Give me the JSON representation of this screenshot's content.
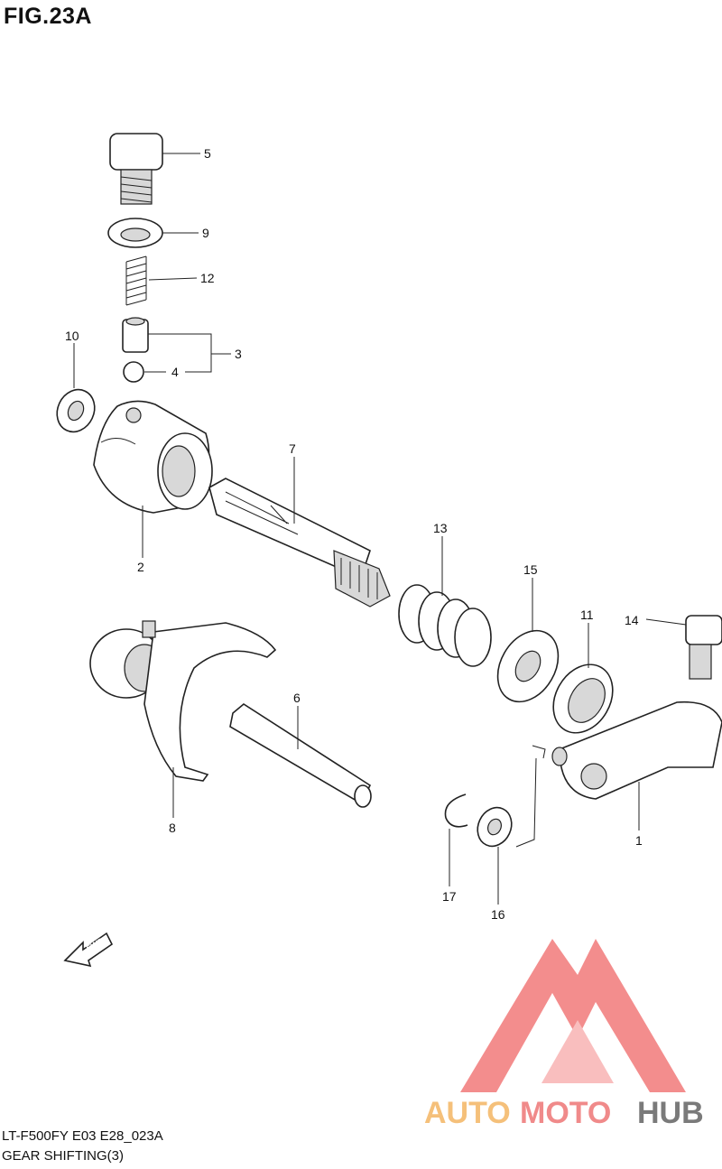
{
  "figure": {
    "title": "FIG.23A",
    "model_code": "LT-F500FY E03 E28_023A",
    "section_name": "GEAR SHIFTING(3)"
  },
  "callouts": [
    "5",
    "9",
    "12",
    "3",
    "4",
    "10",
    "2",
    "7",
    "13",
    "15",
    "11",
    "14",
    "6",
    "8",
    "1",
    "17",
    "16"
  ],
  "fwd_label": "FWD",
  "watermark": {
    "part1": "AUTO",
    "part2": "MOTO",
    "part3": "HUB",
    "colors": {
      "auto": "#f5c07a",
      "moto": "#f08a8a",
      "hub": "#7a7a7a",
      "triangle": "#f27a7a"
    }
  }
}
